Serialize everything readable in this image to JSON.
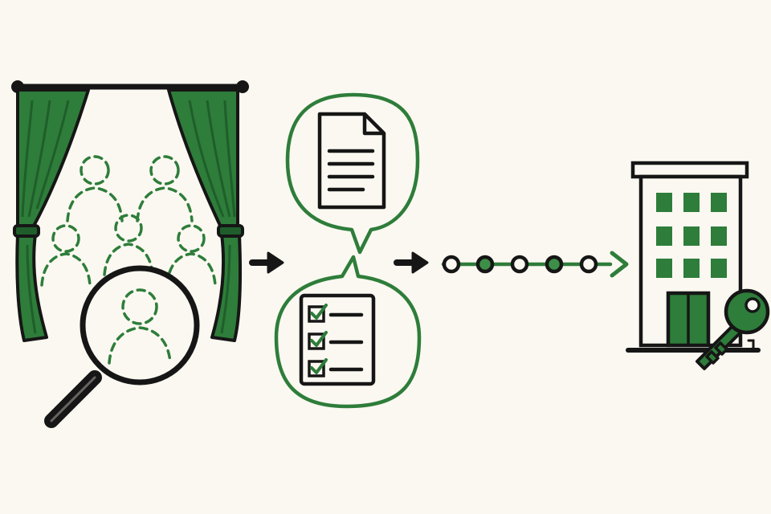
{
  "colors": {
    "background": "#faf8f1",
    "ink": "#161616",
    "green": "#2e7d3a",
    "green_dark": "#1f5e2a",
    "green_light": "#3d8f47"
  },
  "stages": [
    {
      "id": "candidate-search",
      "icon": "curtain-with-people-and-magnifier-icon"
    },
    {
      "id": "documents-and-checklist",
      "icon": "speech-bubbles-document-checklist-icon"
    },
    {
      "id": "process-steps",
      "icon": "timeline-dots-icon",
      "step_count": 5
    },
    {
      "id": "building-access",
      "icon": "office-building-with-key-icon"
    }
  ],
  "connectors": [
    "arrow-right-icon",
    "arrow-right-icon",
    "arrow-right-icon"
  ]
}
